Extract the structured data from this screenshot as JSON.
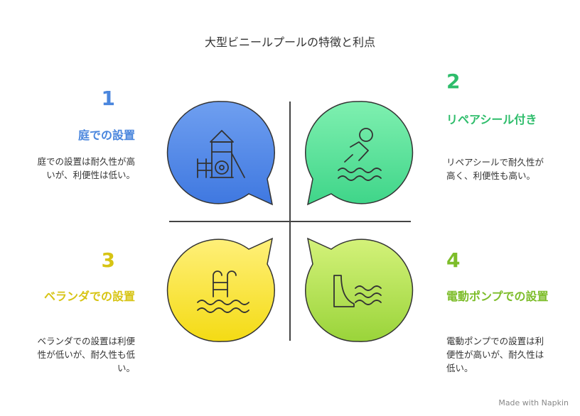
{
  "title": "大型ビニールプールの特徴と利点",
  "quadrants": [
    {
      "number": "1",
      "heading": "庭での設置",
      "description": "庭での設置は耐久性が高いが、利便性は低い。",
      "icon": "playground-icon",
      "color": "#4a86dd"
    },
    {
      "number": "2",
      "heading": "リペアシール付き",
      "description": "リペアシールで耐久性が高く、利便性も高い。",
      "icon": "swimmer-icon",
      "color": "#2ebd6b"
    },
    {
      "number": "3",
      "heading": "ベランダでの設置",
      "description": "ベランダでの設置は利便性が低いが、耐久性も低い。",
      "icon": "pool-ladder-icon",
      "color": "#d7c414"
    },
    {
      "number": "4",
      "heading": "電動ポンプでの設置",
      "description": "電動ポンプでの設置は利便性が高いが、耐久性は低い。",
      "icon": "dam-water-icon",
      "color": "#7dbd2a"
    }
  ],
  "footer": "Made with Napkin"
}
